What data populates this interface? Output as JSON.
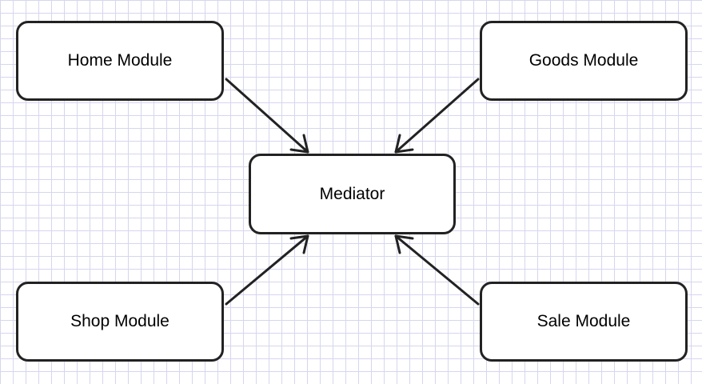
{
  "nodes": {
    "home": "Home Module",
    "goods": "Goods Module",
    "mediator": "Mediator",
    "shop": "Shop Module",
    "sale": "Sale Module"
  },
  "edges": [
    {
      "from": "home",
      "to": "mediator"
    },
    {
      "from": "goods",
      "to": "mediator"
    },
    {
      "from": "shop",
      "to": "mediator"
    },
    {
      "from": "sale",
      "to": "mediator"
    }
  ],
  "colors": {
    "stroke": "#222222",
    "grid": "#d6d6ee",
    "background": "#ffffff"
  }
}
